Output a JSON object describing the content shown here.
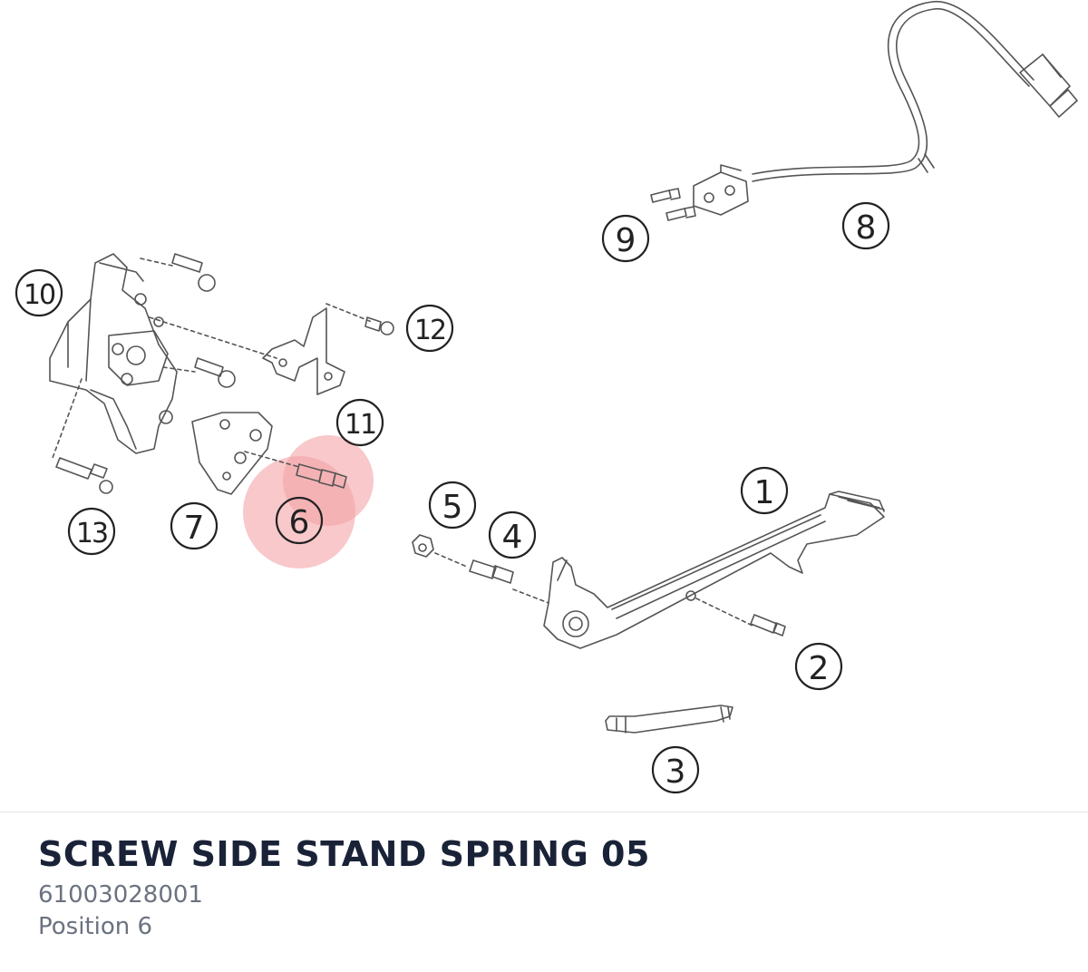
{
  "diagram": {
    "callouts": [
      "1",
      "2",
      "3",
      "4",
      "5",
      "6",
      "7",
      "8",
      "9",
      "10",
      "11",
      "12",
      "13"
    ],
    "highlighted_callout": "6",
    "highlight_color": "#f4a3a6",
    "line_color": "#555555"
  },
  "part": {
    "title": "SCREW SIDE STAND SPRING 05",
    "number": "61003028001",
    "position": "Position 6"
  }
}
